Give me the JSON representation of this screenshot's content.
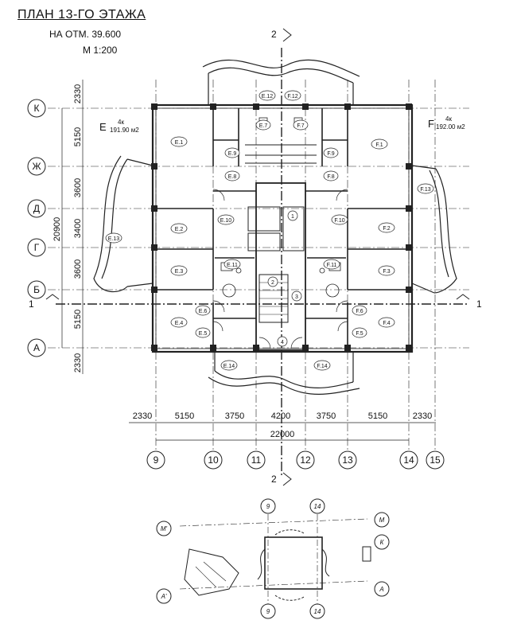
{
  "header": {
    "title": "ПЛАН 13-ГО ЭТАЖА",
    "subtitle": "НА ОТМ. 39.600",
    "scale": "М 1:200"
  },
  "axes_vertical": [
    "9",
    "10",
    "11",
    "12",
    "13",
    "14",
    "15"
  ],
  "axes_horizontal": [
    "К",
    "Ж",
    "Д",
    "Г",
    "Б",
    "А"
  ],
  "dims_bottom": [
    "2330",
    "5150",
    "3750",
    "4200",
    "3750",
    "5150",
    "2330"
  ],
  "dim_total_bottom": "22000",
  "dims_left": [
    "2330",
    "5150",
    "3600",
    "3400",
    "3600",
    "5150",
    "2330"
  ],
  "dim_total_left": "20900",
  "section_marks": {
    "top": "2",
    "bottom": "2",
    "left": "1",
    "right": "1"
  },
  "apartments": {
    "E": {
      "letter": "E",
      "type": "4к",
      "area": "191.90 м2"
    },
    "F": {
      "letter": "F",
      "type": "4к",
      "area": "192.00 м2"
    }
  },
  "rooms_e": [
    "E.1",
    "E.2",
    "E.3",
    "E.4",
    "E.5",
    "E.6",
    "E.7",
    "E.8",
    "E.9",
    "E.10",
    "E.11",
    "E.12",
    "E.13",
    "E.14"
  ],
  "rooms_f": [
    "F.1",
    "F.2",
    "F.3",
    "F.4",
    "F.5",
    "F.6",
    "F.7",
    "F.8",
    "F.9",
    "F.10",
    "F.11",
    "F.12",
    "F.13",
    "F.14"
  ],
  "core_numbers": [
    "1",
    "2",
    "3",
    "4"
  ],
  "keyplan": {
    "labels": [
      "9",
      "14",
      "М'",
      "М",
      "К",
      "А'",
      "А",
      "9",
      "14"
    ]
  }
}
